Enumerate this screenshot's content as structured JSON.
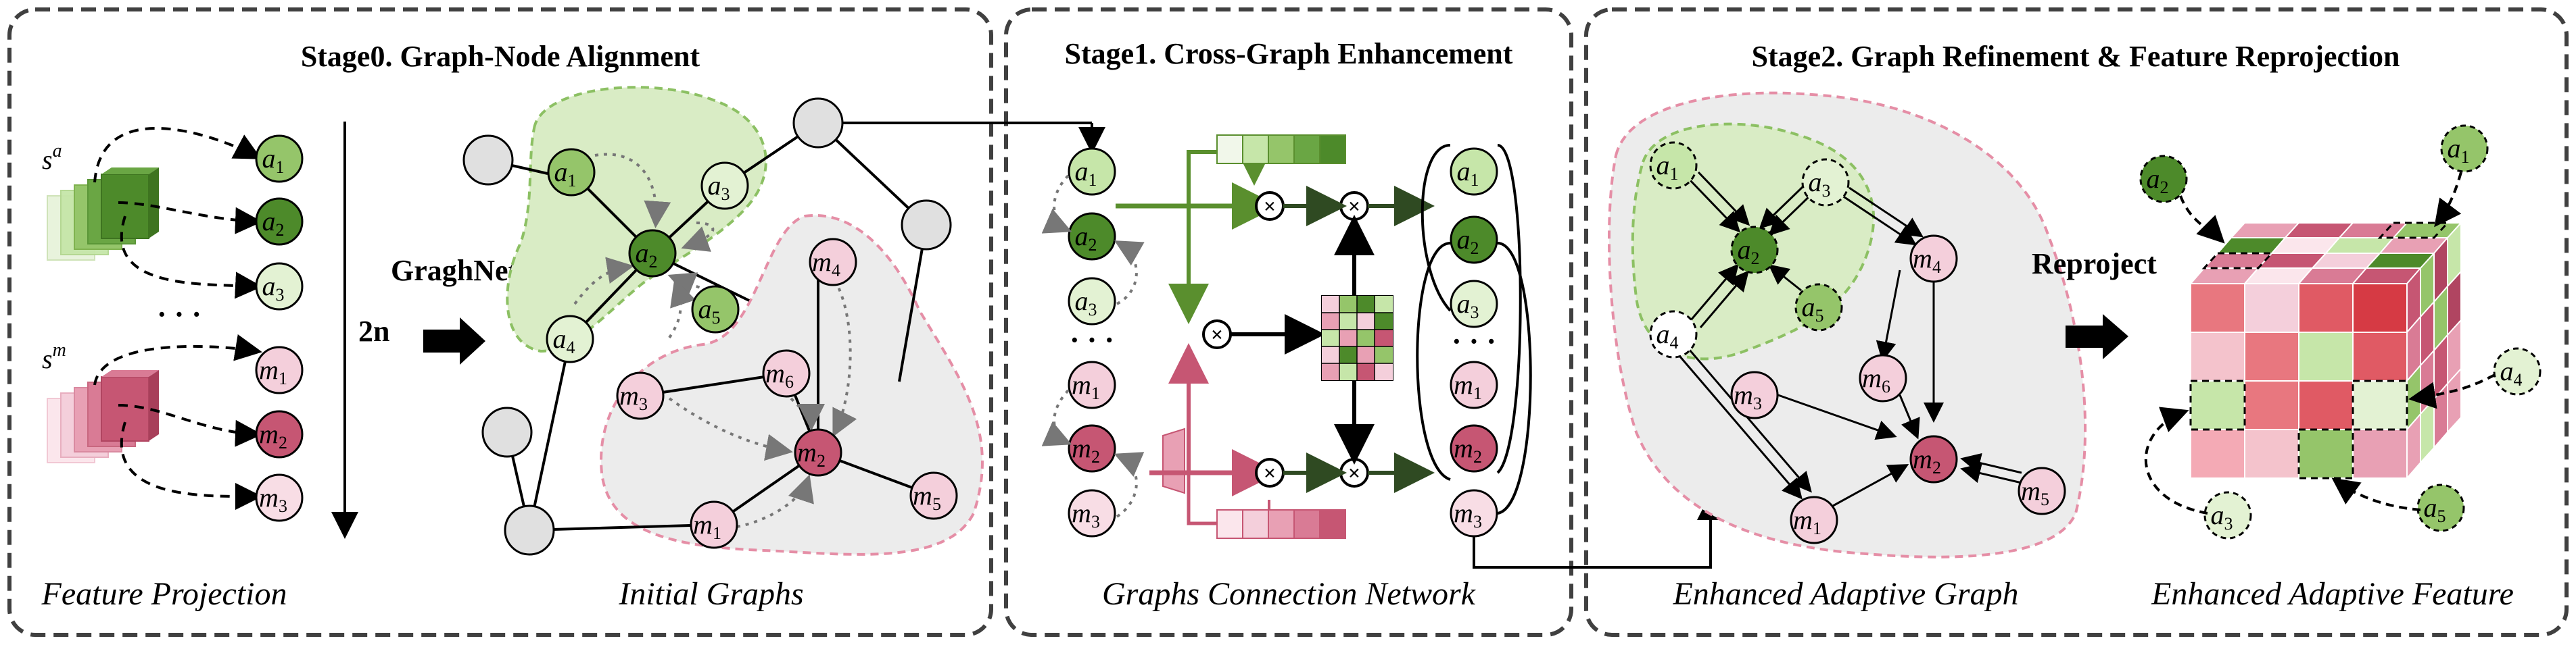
{
  "stages": {
    "stage0_title": "Stage0.  Graph-Node Alignment",
    "stage1_title": "Stage1.  Cross-Graph Enhancement",
    "stage2_title": "Stage2.  Graph Refinement & Feature Reprojection"
  },
  "captions": {
    "feature_projection": "Feature  Projection",
    "initial_graphs": "Initial  Graphs",
    "graphs_connection_network": "Graphs  Connection  Network",
    "enhanced_adaptive_graph": "Enhanced  Adaptive  Graph",
    "enhanced_adaptive_feature": "Enhanced  Adaptive  Feature"
  },
  "labels": {
    "graghnet": "GraghNet",
    "two_n": "2n",
    "reproject": "Reproject",
    "s_a_base": "s",
    "s_a_sup": "a",
    "s_m_base": "s",
    "s_m_sup": "m",
    "dots": "· · ·",
    "multiply": "×"
  },
  "nodes": {
    "a1": {
      "base": "a",
      "sub": "1"
    },
    "a2": {
      "base": "a",
      "sub": "2"
    },
    "a3": {
      "base": "a",
      "sub": "3"
    },
    "a4": {
      "base": "a",
      "sub": "4"
    },
    "a5": {
      "base": "a",
      "sub": "5"
    },
    "m1": {
      "base": "m",
      "sub": "1"
    },
    "m2": {
      "base": "m",
      "sub": "2"
    },
    "m3": {
      "base": "m",
      "sub": "3"
    },
    "m4": {
      "base": "m",
      "sub": "4"
    },
    "m5": {
      "base": "m",
      "sub": "5"
    },
    "m6": {
      "base": "m",
      "sub": "6"
    }
  },
  "colors": {
    "green_light": "#c6e6a9",
    "green_mid": "#95c56a",
    "green_dark": "#4d8a2a",
    "pink_light": "#f4cfdb",
    "pink_mid": "#e8a0b4",
    "pink_dark": "#c65673",
    "gray_node": "#e0e0e0",
    "gray_region": "#ececec",
    "green_region": "#d9ecc5",
    "frame": "#404040"
  }
}
